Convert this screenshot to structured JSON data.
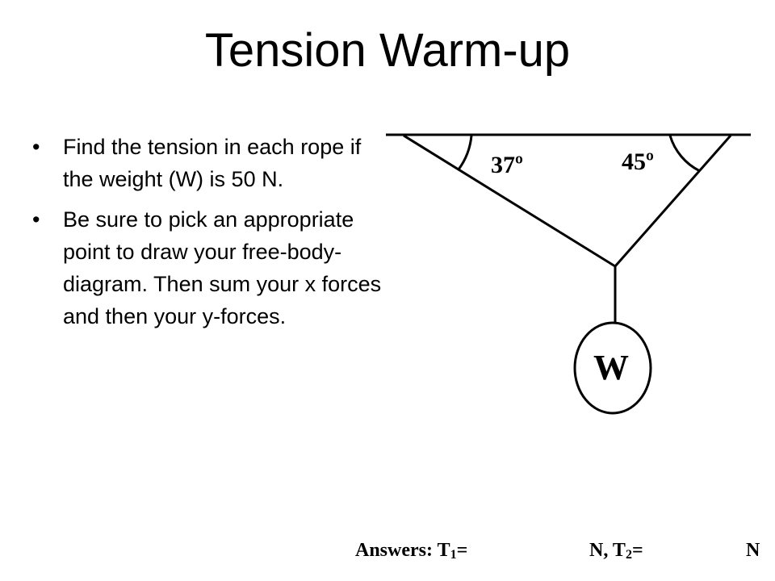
{
  "slide": {
    "title": "Tension Warm-up",
    "bullets": [
      "Find the tension in each rope  if the weight (W) is 50 N.",
      "Be sure to pick an appropriate point to draw your free-body-diagram.  Then sum your x forces and then your y-forces."
    ]
  },
  "diagram": {
    "angle_left": "37º",
    "angle_right": "45º",
    "weight_label": "W"
  },
  "answers": {
    "label": "Answers:",
    "t1_symbol": "T",
    "t1_sub": "1",
    "t1_eq": "=",
    "t1_unit": "N,",
    "t2_symbol": "T",
    "t2_sub": "2",
    "t2_eq": "=",
    "t2_unit": "N"
  }
}
